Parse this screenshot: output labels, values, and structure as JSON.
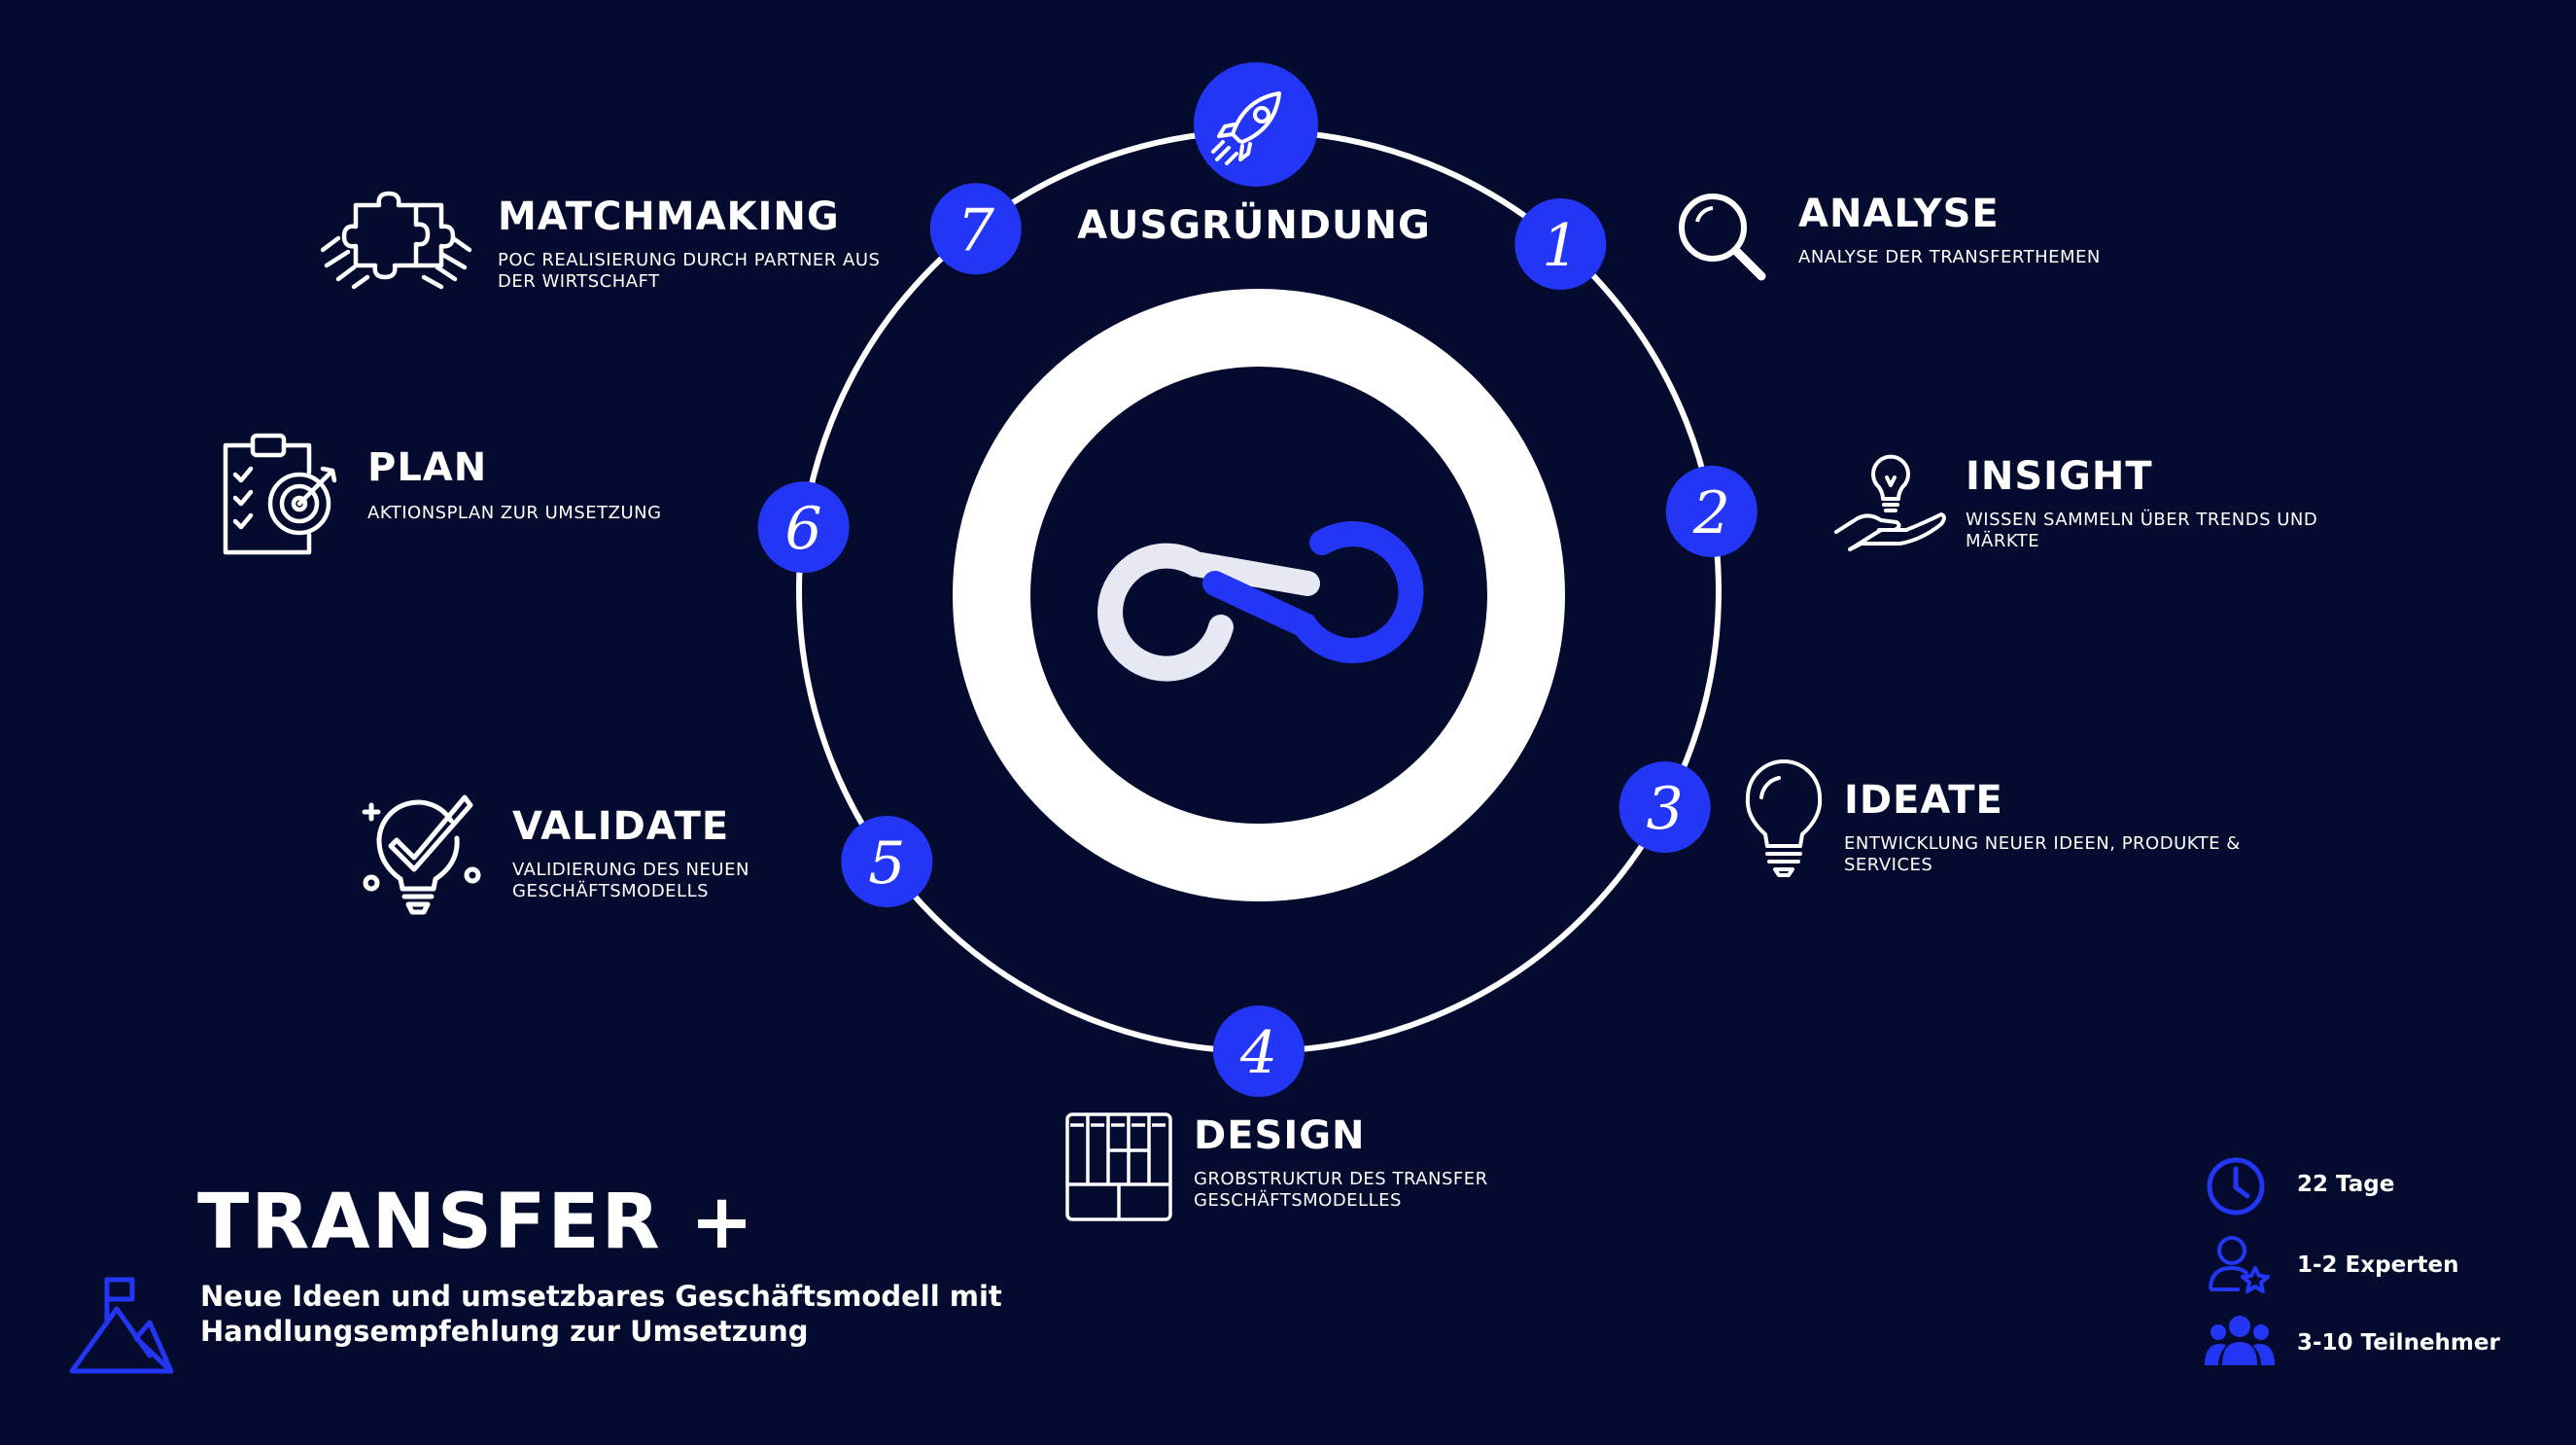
{
  "cycle": {
    "top_label": "AUSGRÜNDUNG",
    "steps": [
      {
        "number": "1",
        "title": "ANALYSE",
        "description": "ANALYSE DER TRANSFERTHEMEN",
        "icon": "magnifier-icon"
      },
      {
        "number": "2",
        "title": "INSIGHT",
        "description": "WISSEN SAMMELN ÜBER TRENDS UND MÄRKTE",
        "icon": "hand-lightbulb-icon"
      },
      {
        "number": "3",
        "title": "IDEATE",
        "description": "ENTWICKLUNG NEUER IDEEN, PRODUKTE & SERVICES",
        "icon": "lightbulb-icon"
      },
      {
        "number": "4",
        "title": "DESIGN",
        "description": "GROBSTRUKTUR DES TRANSFER GESCHÄFTSMODELLES",
        "icon": "canvas-grid-icon"
      },
      {
        "number": "5",
        "title": "VALIDATE",
        "description": "VALIDIERUNG DES NEUEN GESCHÄFTSMODELLS",
        "icon": "lightbulb-check-icon"
      },
      {
        "number": "6",
        "title": "PLAN",
        "description": "AKTIONSPLAN ZUR UMSETZUNG",
        "icon": "clipboard-target-icon"
      },
      {
        "number": "7",
        "title": "MATCHMAKING",
        "description": "POC REALISIERUNG DURCH PARTNER AUS DER WIRTSCHAFT",
        "icon": "puzzle-hands-icon"
      }
    ]
  },
  "program": {
    "title": "TRANSFER +",
    "subtitle": "Neue Ideen und umsetzbares Geschäftsmodell mit Handlungsempfehlung zur Umsetzung"
  },
  "stats": [
    {
      "label": "22 Tage",
      "icon": "clock-icon"
    },
    {
      "label": "1-2 Experten",
      "icon": "expert-user-icon"
    },
    {
      "label": "3-10 Teilnehmer",
      "icon": "group-icon"
    }
  ],
  "colors": {
    "background": "#050b2e",
    "accent": "#2336f5",
    "foreground": "#ffffff"
  }
}
